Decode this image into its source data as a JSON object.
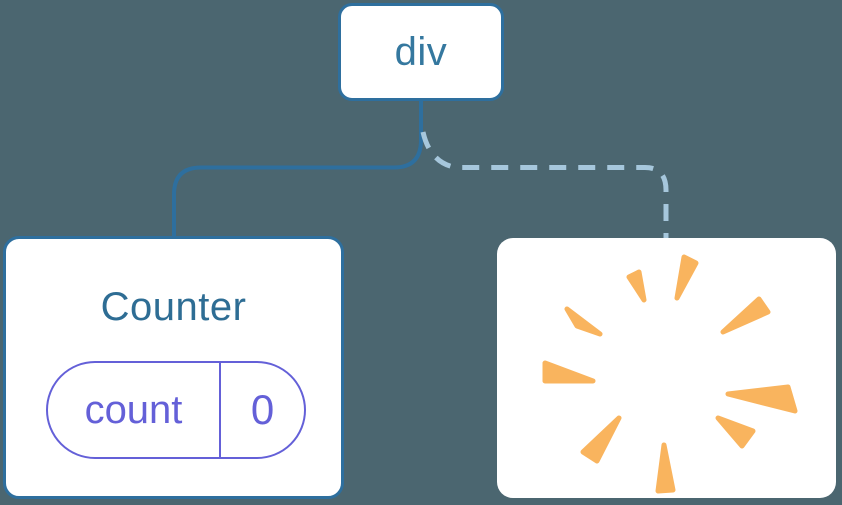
{
  "diagram": {
    "background_color": "#4B6670",
    "root_node": {
      "label": "div",
      "border_color": "#2E6F9E",
      "text_color": "#35789F"
    },
    "connectors": {
      "solid_line_color": "#2E6F9E",
      "dashed_line_color": "#A6C7DC"
    },
    "counter_node": {
      "title": "Counter",
      "title_color": "#2E6D94",
      "border_color": "#2E6F9E",
      "state_badge": {
        "key": "count",
        "value": "0",
        "accent_color": "#6460D8"
      }
    },
    "removed_node": {
      "icon": "poof-icon",
      "icon_color": "#F9B45E"
    }
  }
}
